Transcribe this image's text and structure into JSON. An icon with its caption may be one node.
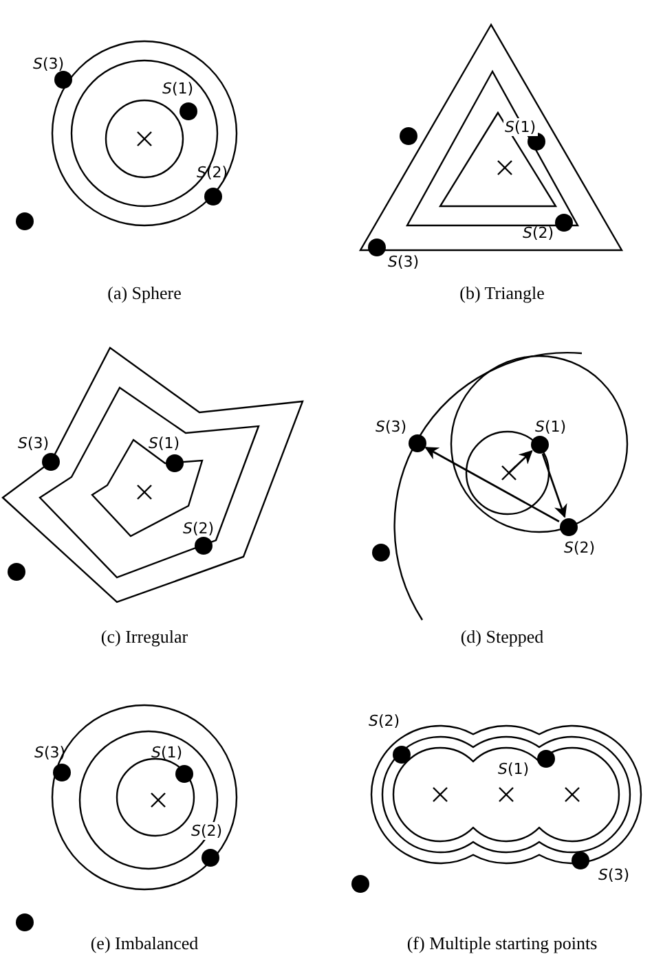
{
  "diagram": {
    "nodes": [
      {
        "text": [
          "*S*(3)"
        ]
      },
      {
        "text": [
          "*S*(1)"
        ]
      },
      {
        "text": [
          "*S*(2)"
        ]
      }
    ],
    "edges": [
      {
        "from": null,
        "to": 1,
        "arrow": "to"
      },
      {
        "from": 1,
        "to": 2,
        "arrow": "to"
      },
      {
        "from": 2,
        "to": 0,
        "arrow": "to"
      }
    ],
    "labels": [
      "*S*(3)",
      "*S*(1)",
      "*S*(2)",
      "*S*(1)",
      "*S*(2)",
      "*S*(3)",
      "(a) Sphere",
      "(b) Triangle",
      "*S*(3)",
      "*S*(1)",
      "*S*(2)",
      "(c) Irregular",
      "(d) Stepped",
      "*S*(3)",
      "*S*(1)",
      "*S*(2)",
      "*S*(2)",
      "*S*(1)",
      "*S*(3)",
      "(e) Imbalanced",
      "(f) Multiple starting points"
    ]
  }
}
